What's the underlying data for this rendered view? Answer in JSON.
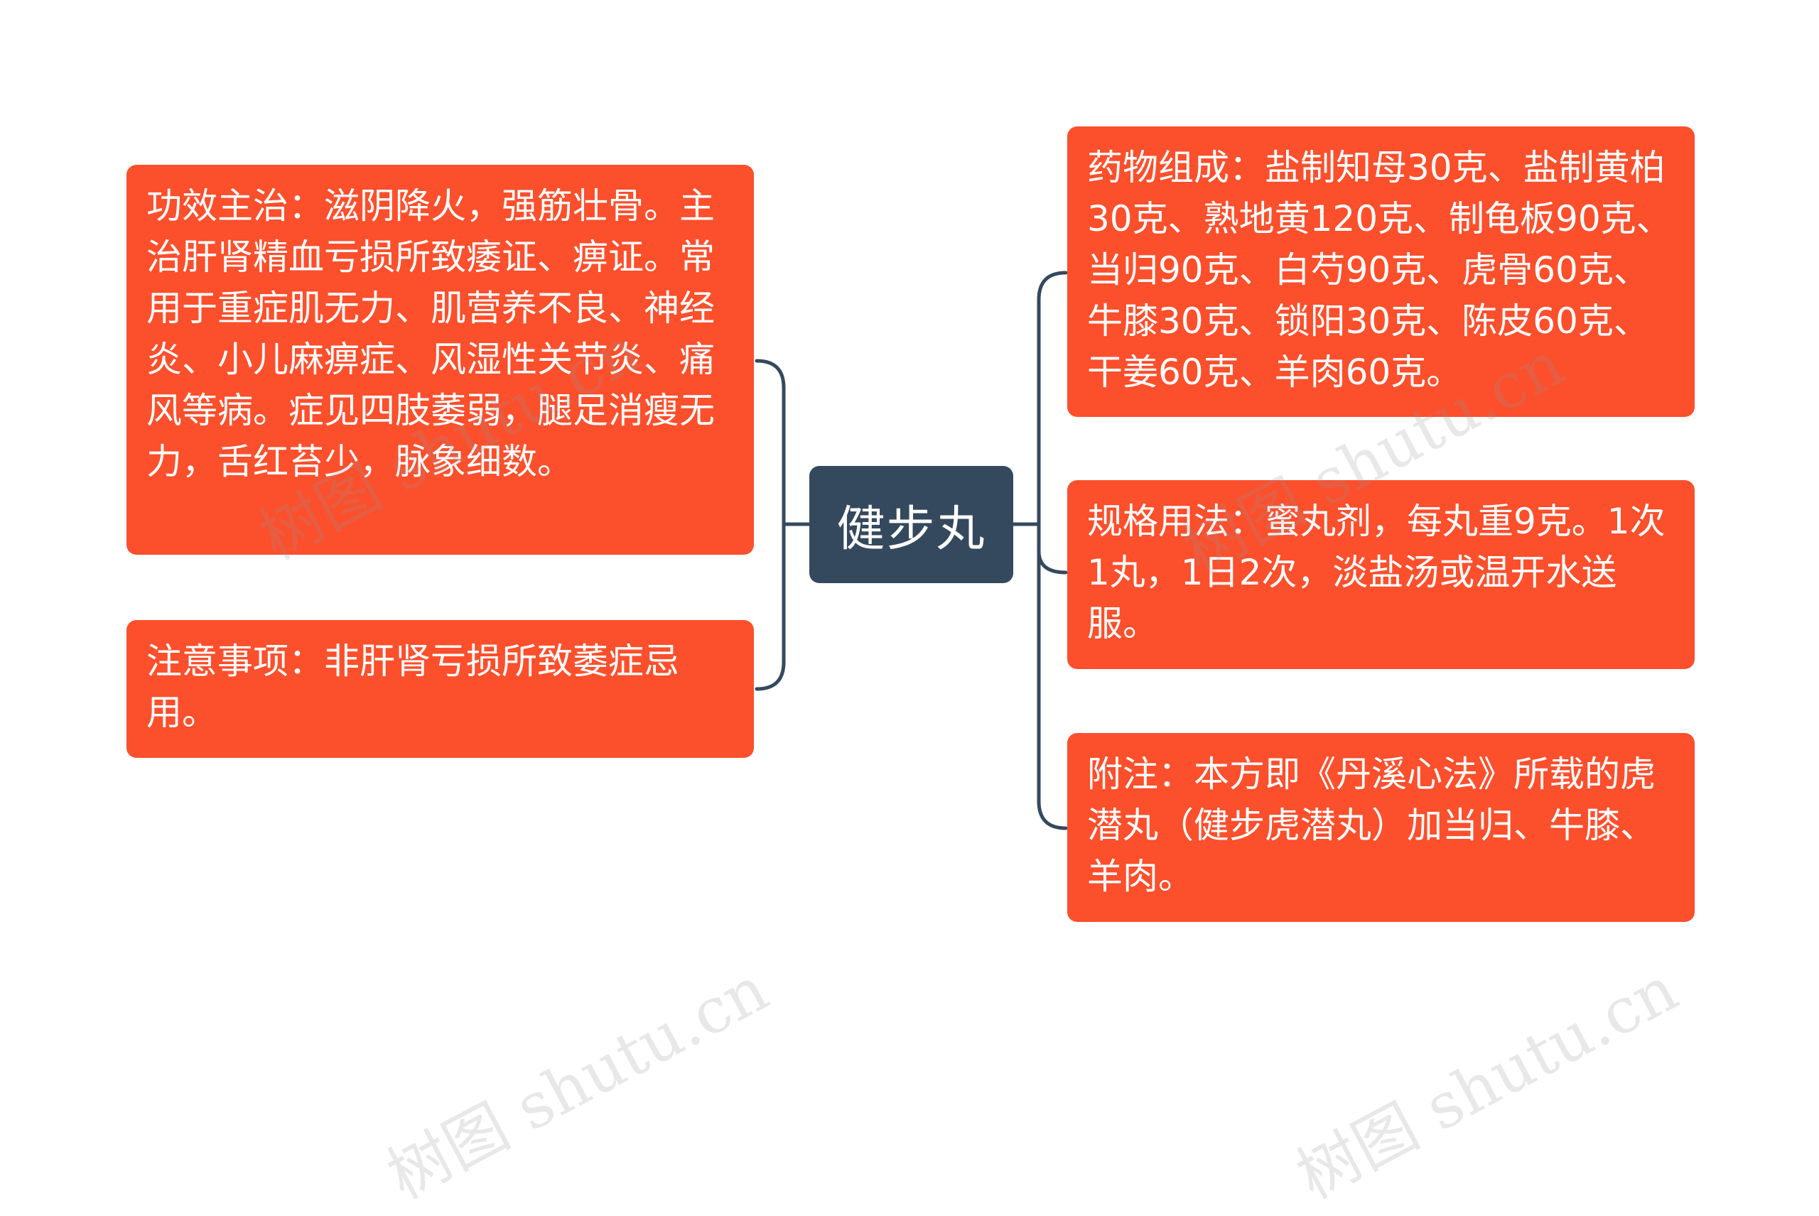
{
  "root": {
    "label": "健步丸"
  },
  "left_nodes": [
    {
      "text": "功效主治：滋阴降火，强筋壮骨。主治肝肾精血亏损所致痿证、痹证。常用于重症肌无力、肌营养不良、神经炎、小儿麻痹症、风湿性关节炎、痛风等病。症见四肢萎弱，腿足消瘦无力，舌红苔少，脉象细数。"
    },
    {
      "text": "注意事项：非肝肾亏损所致萎症忌用。"
    }
  ],
  "right_nodes": [
    {
      "text": "药物组成：盐制知母30克、盐制黄柏30克、熟地黄120克、制龟板90克、当归90克、白芍90克、虎骨60克、牛膝30克、锁阳30克、陈皮60克、干姜60克、羊肉60克。"
    },
    {
      "text": "规格用法：蜜丸剂，每丸重9克。1次1丸，1日2次，淡盐汤或温开水送服。"
    },
    {
      "text": "附注：本方即《丹溪心法》所载的虎潜丸（健步虎潜丸）加当归、牛膝、羊肉。"
    }
  ],
  "watermark": {
    "text": "树图 shutu.cn"
  },
  "colors": {
    "node_fill": "#fc4f2c",
    "root_fill": "#35495e",
    "connector": "#35495e",
    "text": "#ffffff"
  }
}
